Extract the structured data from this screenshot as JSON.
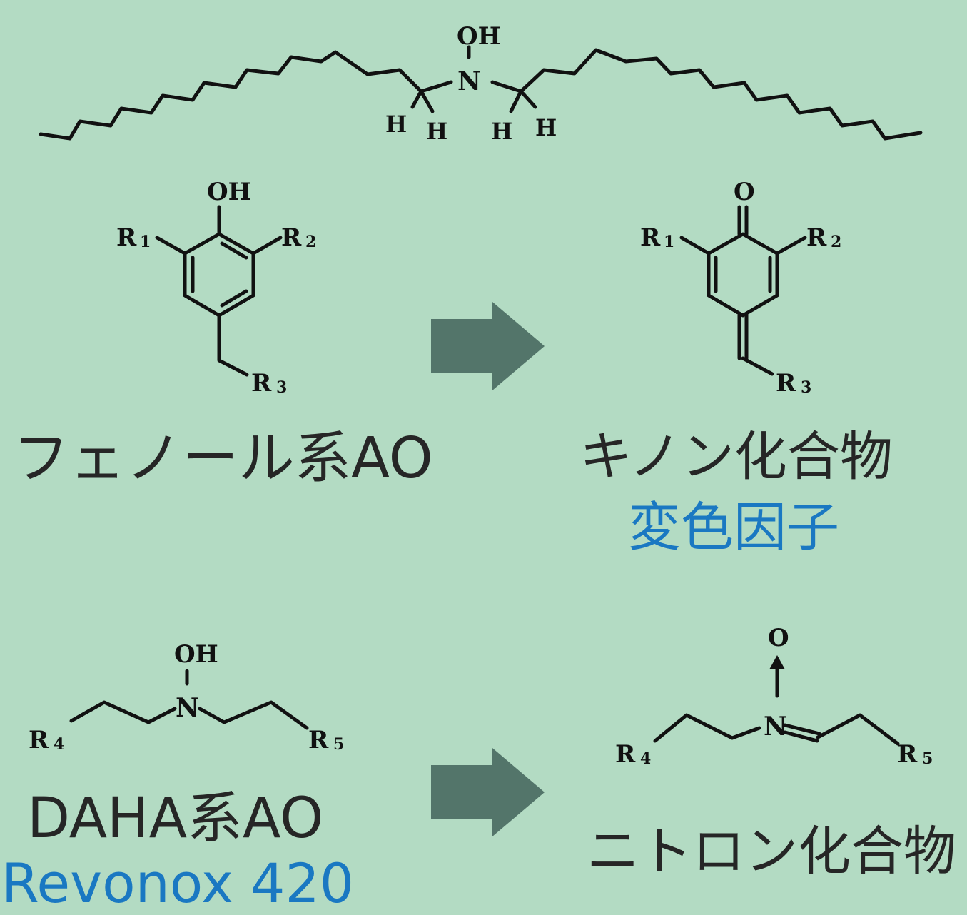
{
  "labels": {
    "phenol_ao": "フェノール系AO",
    "quinone": "キノン化合物",
    "discoloration_factor": "変色因子",
    "daha_ao": "DAHA系AO",
    "revonox": "Revonox 420",
    "nitrone": "ニトロン化合物"
  },
  "atoms": {
    "oh": "OH",
    "o": "O",
    "n": "N",
    "h": "H",
    "r": "R"
  },
  "subscripts": {
    "one": "1",
    "two": "2",
    "three": "3",
    "four": "4",
    "five": "5"
  },
  "colors": {
    "background": "#b3dbc3",
    "arrow": "#53756a",
    "text_dark": "#262626",
    "text_blue": "#1a78c2"
  },
  "icons": [
    "right-arrow-icon",
    "right-arrow-icon"
  ]
}
